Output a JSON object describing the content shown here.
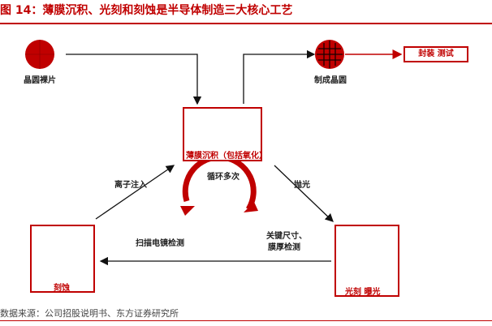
{
  "title": "图 14：薄膜沉积、光刻和刻蚀是半导体制造三大核心工艺",
  "source": "数据来源：公司招股说明书、东方证券研究所",
  "nodes": {
    "wafer_bare": "晶圆裸片",
    "wafer_done": "制成晶圆",
    "end_box": "封装 测试",
    "deposition": "薄膜沉积（包括氧化）",
    "etching": "刻蚀",
    "lithography": "光刻 曝光"
  },
  "edges": {
    "ion_implant": "离子注入",
    "polish": "抛光",
    "cycle": "循环多次",
    "scan_check": "扫描电镜检测",
    "key_size": "关键尺寸、",
    "film_thickness": "膜厚检测"
  },
  "colors": {
    "accent": "#c00000",
    "panel": "#4f7fbf",
    "green": "#3fa86b",
    "purple": "#9b7fd0",
    "yellow": "#f1c232"
  }
}
